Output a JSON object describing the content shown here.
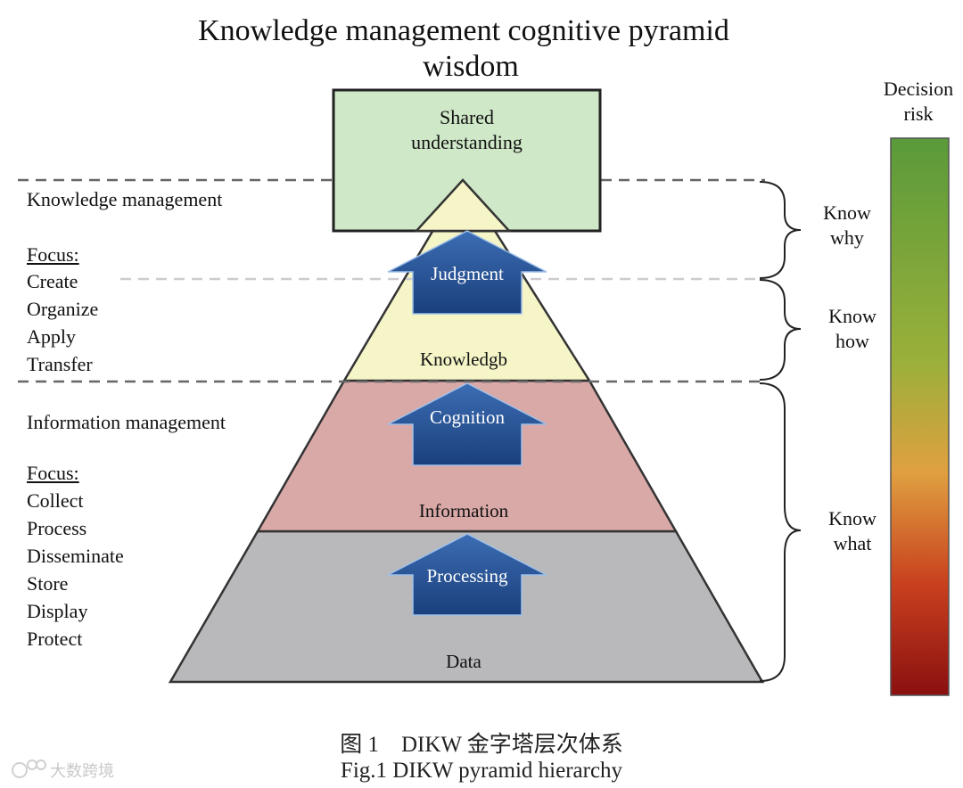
{
  "title": {
    "line1": "Knowledge management cognitive pyramid",
    "line2": "wisdom"
  },
  "pyramid": {
    "top_box": "Shared\nunderstanding",
    "levels": [
      {
        "label": "Knowledgb",
        "fill": "#f5f5c8"
      },
      {
        "label": "Information",
        "fill": "#d9a9a8"
      },
      {
        "label": "Data",
        "fill": "#b9b9bb"
      }
    ],
    "arrows": [
      "Judgment",
      "Cognition",
      "Processing"
    ],
    "top_box_fill": "#cfe8c8"
  },
  "left": {
    "km_title": "Knowledge management",
    "km_focus_head": "Focus:",
    "km_focus": [
      "Create",
      "Organize",
      "Apply",
      "Transfer"
    ],
    "im_title": "Information management",
    "im_focus_head": "Focus:",
    "im_focus": [
      "Collect",
      "Process",
      "Disseminate",
      "Store",
      "Display",
      "Protect"
    ]
  },
  "right": {
    "know_why": "Know\nwhy",
    "know_how": "Know\nhow",
    "know_what": "Know\nwhat",
    "risk_label": "Decision\nrisk",
    "risk_colors": [
      "#5a9a3a",
      "#9ab03a",
      "#e0a040",
      "#c8401e",
      "#8a1010"
    ]
  },
  "caption": {
    "cn": "图 1　DIKW 金字塔层次体系",
    "en": "Fig.1 DIKW pyramid hierarchy"
  },
  "watermark": "大数跨境",
  "icons": {
    "arrow": "up-arrow-icon",
    "brace": "right-brace-icon",
    "watermark_logo": "watermark-logo-icon"
  }
}
